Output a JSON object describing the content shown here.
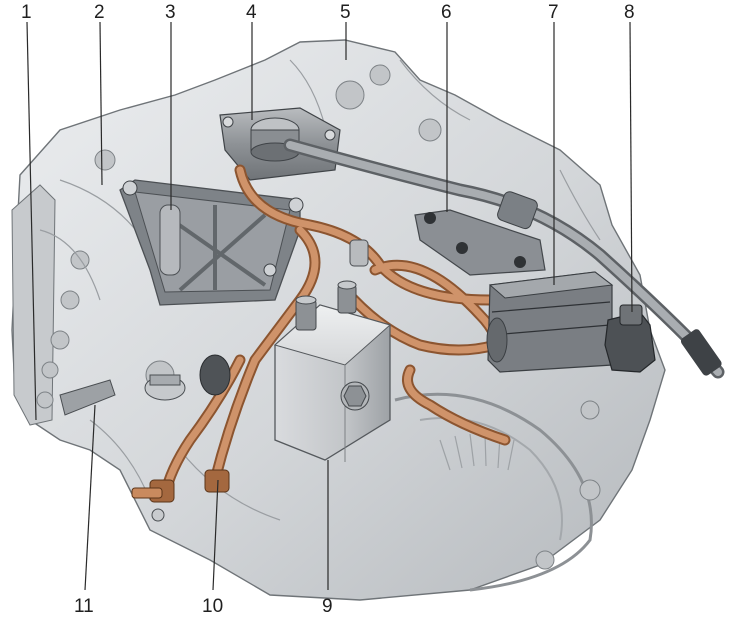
{
  "callouts": [
    {
      "id": "1",
      "label": "1"
    },
    {
      "id": "2",
      "label": "2"
    },
    {
      "id": "3",
      "label": "3"
    },
    {
      "id": "4",
      "label": "4"
    },
    {
      "id": "5",
      "label": "5"
    },
    {
      "id": "6",
      "label": "6"
    },
    {
      "id": "7",
      "label": "7"
    },
    {
      "id": "8",
      "label": "8"
    },
    {
      "id": "9",
      "label": "9"
    },
    {
      "id": "10",
      "label": "10"
    },
    {
      "id": "11",
      "label": "11"
    }
  ],
  "colors": {
    "housing": "#d9dbdd",
    "housing_shadow": "#a9adb1",
    "housing_dark": "#7f8488",
    "tube": "#c98a5e",
    "tube_dark": "#8c5530",
    "block": "#c6c8cb",
    "bracket": "#8f9398",
    "cable": "#9ea2a6"
  }
}
